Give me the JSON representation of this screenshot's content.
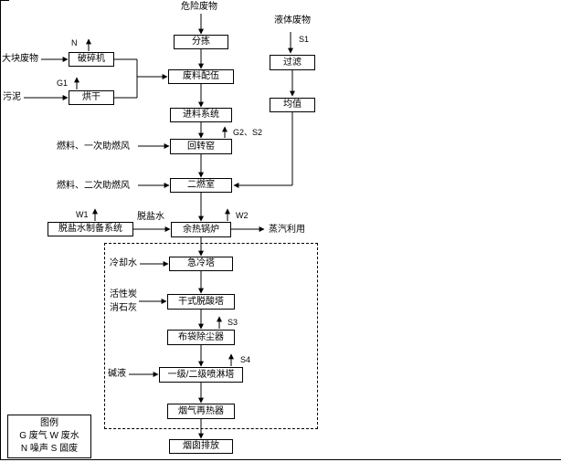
{
  "colors": {
    "line": "#000000",
    "background": "#ffffff"
  },
  "diagram": {
    "sources": {
      "hazardous_waste": "危险废物",
      "bulk_waste": "大块废物",
      "sludge": "污泥",
      "liquid_waste": "液体废物"
    },
    "process_boxes": {
      "sorting": "分拣",
      "blending": "废料配伍",
      "feeding": "进料系统",
      "rotary_kiln": "回转窑",
      "secondary_chamber": "二燃室",
      "waste_heat_boiler": "余热锅炉",
      "quench_tower": "急冷塔",
      "dry_deacid_tower": "干式脱酸塔",
      "bag_filter": "布袋除尘器",
      "spray_tower": "一级/二级喷淋塔",
      "reheater": "烟气再热器",
      "stack": "烟囱排放",
      "crusher": "破碎机",
      "dryer": "烘干",
      "filter": "过滤",
      "homogenizer": "均值",
      "desalt_system": "脱盐水制备系统"
    },
    "inputs": {
      "fuel_primary": "燃料、一次助燃风",
      "fuel_secondary": "燃料、二次助燃风",
      "desalted_water": "脱盐水",
      "cooling_water": "冷却水",
      "activated_carbon": "活性炭",
      "slaked_lime": "消石灰",
      "alkali": "碱液"
    },
    "outputs": {
      "steam_use": "蒸汽利用"
    },
    "emissions": {
      "n": "N",
      "g1": "G1",
      "g2s2": "G2、S2",
      "s1": "S1",
      "w1": "W1",
      "w2": "W2",
      "s3": "S3",
      "s4": "S4"
    },
    "legend": {
      "title": "图例",
      "line1": "G 废气 W 废水",
      "line2": "N 噪声 S 固废"
    }
  }
}
